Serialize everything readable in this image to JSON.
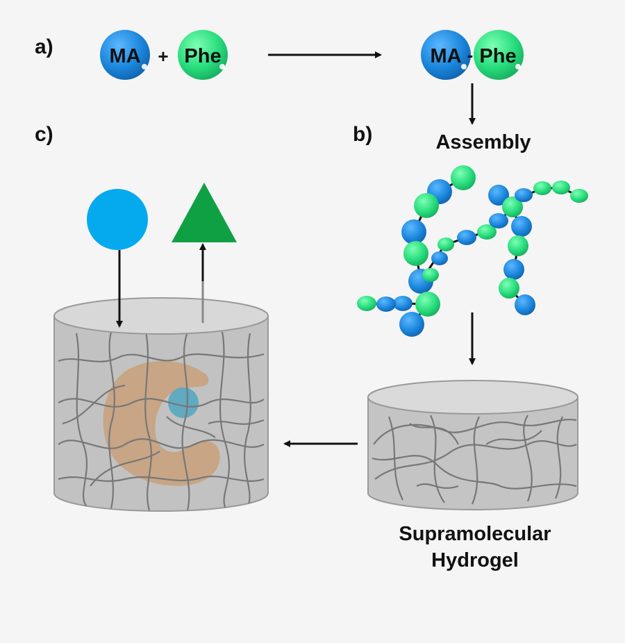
{
  "panels": {
    "a": "a)",
    "b": "b)",
    "c": "c)"
  },
  "reactants": {
    "ma": "MA",
    "plus": "+",
    "phe": "Phe"
  },
  "product": {
    "ma": "MA",
    "phe": "Phe"
  },
  "assembly_label": "Assembly",
  "hydrogel_label": {
    "line1": "Supramolecular",
    "line2": "Hydrogel"
  },
  "colors": {
    "ma_blue": "#1b86dc",
    "phe_green": "#27dc7c",
    "release_circle": "#05aaee",
    "release_triangle": "#10a044",
    "gel_gray": "#bdbdbd",
    "cell_tan": "#c8a07a",
    "arrow": "#111111"
  }
}
